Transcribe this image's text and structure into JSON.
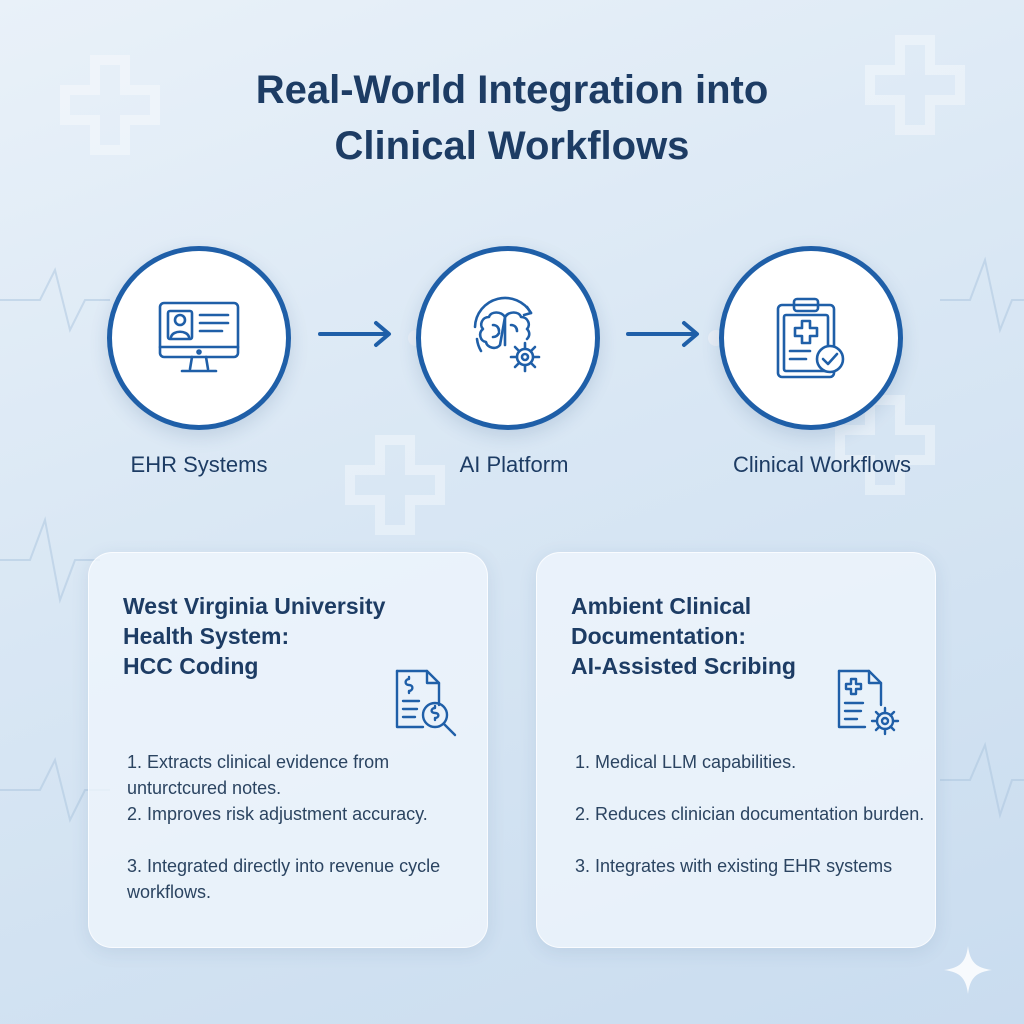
{
  "title": {
    "line1": "Real-World Integration into",
    "line2": "Clinical Workflows"
  },
  "flow": {
    "nodes": [
      {
        "label": "EHR Systems",
        "icon": "monitor-profile-icon"
      },
      {
        "label": "AI Platform",
        "icon": "brain-gear-icon"
      },
      {
        "label": "Clinical Workflows",
        "icon": "clipboard-check-icon"
      }
    ],
    "arrow_icon": "arrow-right-icon"
  },
  "cards": [
    {
      "title_lines": [
        "West Virginia University",
        "Health System:",
        "HCC Coding"
      ],
      "icon": "document-dollar-search-icon",
      "items": [
        "1. Extracts clinical evidence from unturctcured notes.",
        "2. Improves risk adjustment accuracy.",
        "3. Integrated directly into revenue cycle workflows."
      ]
    },
    {
      "title_lines": [
        "Ambient Clinical",
        "Documentation:",
        "AI-Assisted Scribing"
      ],
      "icon": "document-medical-gear-icon",
      "items": [
        "1. Medical LLM capabilities.",
        "2. Reduces clinician documentation burden.",
        "3. Integrates with existing EHR systems"
      ]
    }
  ],
  "colors": {
    "primary": "#1f5fa8",
    "title": "#1d3c64",
    "background": "#d9e7f4"
  },
  "decor_icon": "sparkle-icon"
}
